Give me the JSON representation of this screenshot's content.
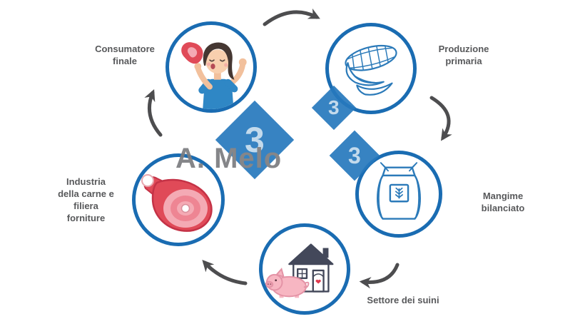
{
  "nodes": {
    "consumer": {
      "label": "Consumatore\nfinale",
      "icon": "woman-eating-meat-icon"
    },
    "primary_production": {
      "label": "Produzione\nprimaria",
      "icon": "corn-cob-icon"
    },
    "balanced_feed": {
      "label": "Mangime\nbilanciato",
      "icon": "feed-sack-icon"
    },
    "pig_sector": {
      "label": "Settore dei suini",
      "icon": "pig-and-barn-icon"
    },
    "meat_industry": {
      "label": "Industria\ndella carne e\nfiliera\nforniture",
      "icon": "ham-leg-icon"
    }
  },
  "arrows": [
    {
      "from": "consumer",
      "to": "primary_production"
    },
    {
      "from": "primary_production",
      "to": "balanced_feed"
    },
    {
      "from": "balanced_feed",
      "to": "pig_sector"
    },
    {
      "from": "pig_sector",
      "to": "meat_industry"
    },
    {
      "from": "meat_industry",
      "to": "consumer"
    }
  ],
  "watermark": {
    "author": "A. Melo",
    "digit": "3"
  },
  "colors": {
    "circle_border": "#1a6cb2",
    "label_text": "#58595b",
    "arrow": "#4d4d4f",
    "watermark_blue": "#2779bd",
    "watermark_text": "#7b7c7f"
  }
}
